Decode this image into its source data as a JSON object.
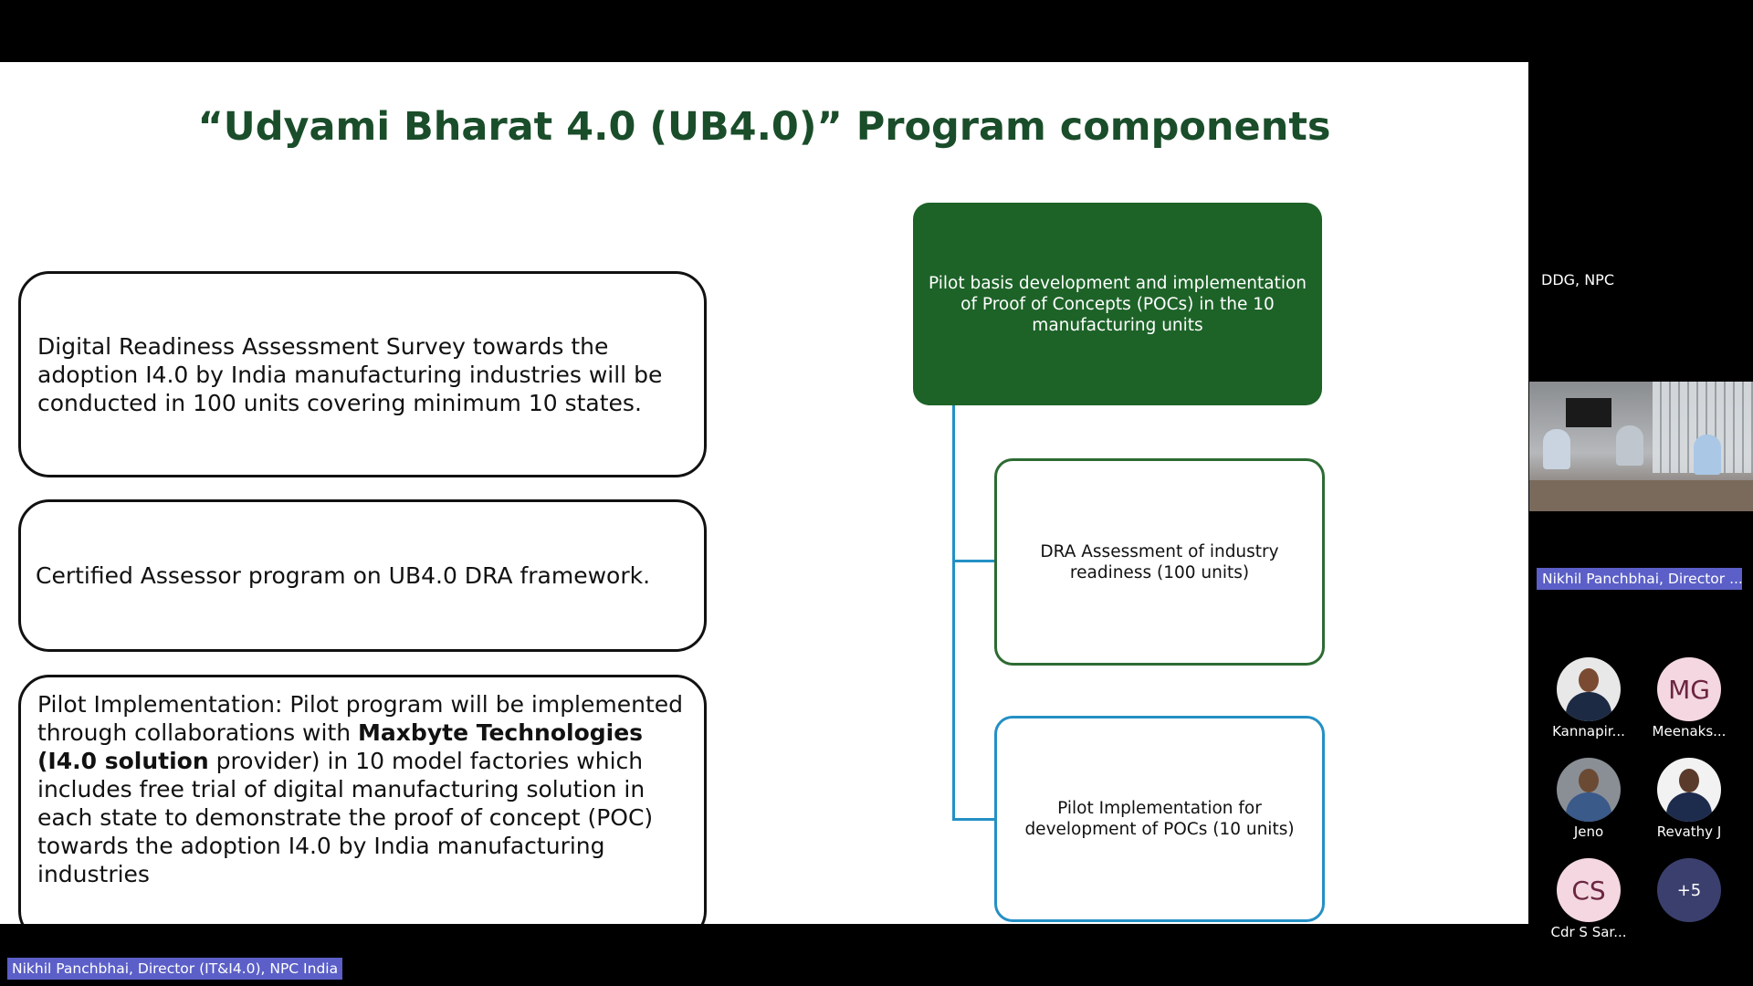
{
  "slide": {
    "title": "“Udyami Bharat 4.0 (UB4.0)” Program components",
    "left_boxes": {
      "box1": "Digital Readiness Assessment Survey towards the adoption I4.0 by India manufacturing industries will be conducted in 100 units covering minimum 10 states.",
      "box2": "Certified Assessor program on UB4.0 DRA framework.",
      "box3_part1": "Pilot Implementation: Pilot program will be implemented through collaborations with ",
      "box3_bold": "Maxbyte Technologies (I4.0 solution",
      "box3_part2": " provider) in 10 model factories which includes free trial of digital manufacturing solution in each state to demonstrate the proof of concept (POC) towards the adoption I4.0 by India manufacturing industries"
    },
    "right_boxes": {
      "top": "Pilot basis development and implementation of Proof of Concepts (POCs) in the 10 manufacturing units",
      "middle": "DRA Assessment of industry readiness (100 units)",
      "bottom": "Pilot Implementation for development of POCs (10 units)"
    }
  },
  "meeting": {
    "ddg_label": "DDG, NPC",
    "video_name": "Nikhil Panchbhai, Director ...",
    "participants": [
      {
        "name": "Kannapir...",
        "initials": "",
        "kind": "photo"
      },
      {
        "name": "Meenaks...",
        "initials": "MG",
        "kind": "initials"
      },
      {
        "name": "Jeno",
        "initials": "",
        "kind": "photo"
      },
      {
        "name": "Revathy J",
        "initials": "",
        "kind": "photo"
      },
      {
        "name": "Cdr S Sar...",
        "initials": "CS",
        "kind": "initials"
      },
      {
        "name": "",
        "initials": "+5",
        "kind": "more"
      }
    ],
    "speaker_label": "Nikhil Panchbhai, Director (IT&I4.0), NPC India"
  },
  "colors": {
    "title_green": "#1a4d2a",
    "box_green": "#1d6328",
    "connector_blue": "#2490c4",
    "teams_purple": "#5b5fc7"
  }
}
